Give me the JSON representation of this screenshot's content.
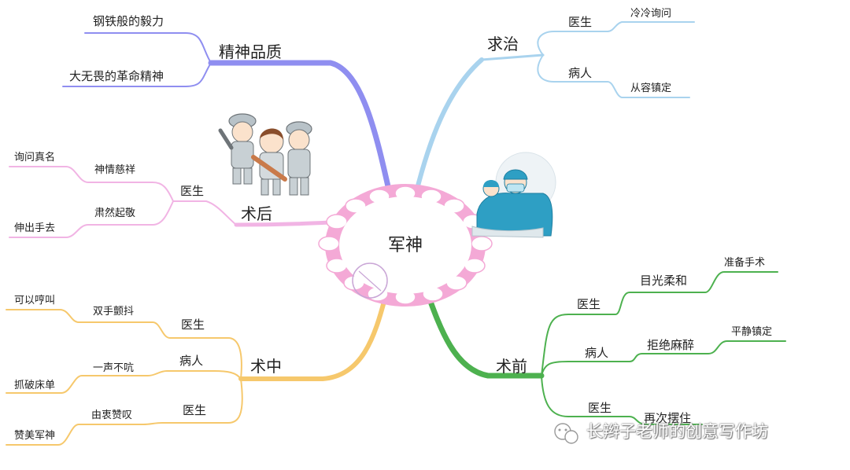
{
  "center": "军神",
  "branches": {
    "qiuzhi": {
      "label": "求治",
      "doctor": {
        "label": "医生",
        "leaf": "冷冷询问"
      },
      "patient": {
        "label": "病人",
        "leaf": "从容镇定"
      }
    },
    "shuqian": {
      "label": "术前",
      "doctor1": {
        "label": "医生",
        "mid": "目光柔和",
        "leaf": "准备手术"
      },
      "patient": {
        "label": "病人",
        "mid": "拒绝麻醉",
        "leaf": "平静镇定"
      },
      "doctor2": {
        "label": "医生",
        "mid": "再次摆住"
      }
    },
    "jingshen": {
      "label": "精神品质",
      "leaves": [
        "钢铁般的毅力",
        "大无畏的革命精神"
      ]
    },
    "shuhou": {
      "label": "术后",
      "doctor": {
        "label": "医生"
      },
      "items": [
        {
          "mid": "神情慈祥",
          "leaf": "询问真名"
        },
        {
          "mid": "肃然起敬",
          "leaf": "伸出手去"
        }
      ]
    },
    "shuzhong": {
      "label": "术中",
      "doctor1": {
        "label": "医生",
        "mid": "双手颤抖",
        "leaf": "可以哼叫"
      },
      "patient": {
        "label": "病人",
        "mid": "一声不吭",
        "leaf": "抓破床单"
      },
      "doctor2": {
        "label": "医生",
        "mid": "由衷赞叹",
        "leaf": "赞美军神"
      }
    }
  },
  "watermark": "长辫子老师的创意写作坊",
  "colors": {
    "qiuzhi": "#a9d3ee",
    "shuqian": "#4db14f",
    "jingshen": "#8f8ef0",
    "shuhou": "#f1b4e4",
    "shuzhong": "#f6c86c",
    "flower": "#f4a9d6"
  }
}
